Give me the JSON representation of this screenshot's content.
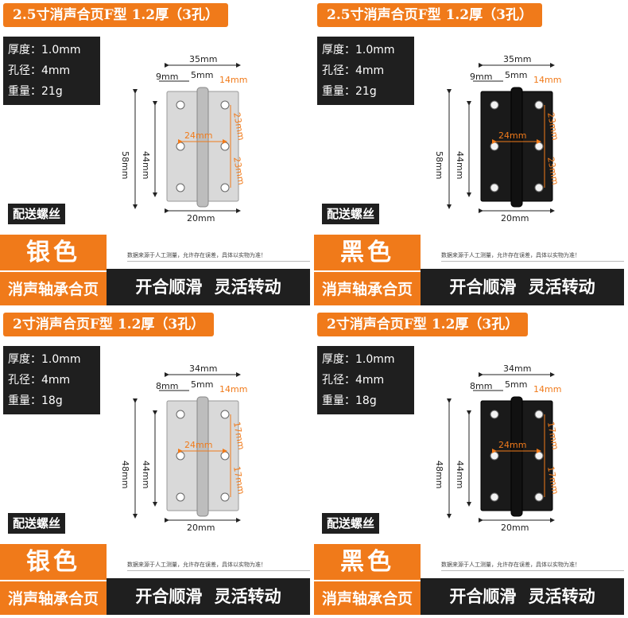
{
  "panels": [
    {
      "title": "2.5寸消声合页F型 1.2厚（3孔）",
      "specs": [
        "厚度：1.0mm",
        "孔径：4mm",
        "重量：21g"
      ],
      "screws": "配送螺丝",
      "color": "银色",
      "bottom_left": "消声轴承合页",
      "bottom_right": "开合顺滑 灵活转动",
      "disclaimer": "数据来源于人工测量，允许存在误差，具体以实物为准！",
      "dims": {
        "width": "35mm",
        "left": "9mm",
        "center": "5mm",
        "right": "14mm",
        "height": "58mm",
        "inner": "44mm",
        "hole_gap": "24mm",
        "hole_v1": "23mm",
        "hole_v2": "23mm",
        "bottom": "20mm"
      },
      "finish": "silver"
    },
    {
      "title": "2.5寸消声合页F型 1.2厚（3孔）",
      "specs": [
        "厚度：1.0mm",
        "孔径：4mm",
        "重量：21g"
      ],
      "screws": "配送螺丝",
      "color": "黑色",
      "bottom_left": "消声轴承合页",
      "bottom_right": "开合顺滑 灵活转动",
      "disclaimer": "数据来源于人工测量，允许存在误差，具体以实物为准！",
      "dims": {
        "width": "35mm",
        "left": "9mm",
        "center": "5mm",
        "right": "14mm",
        "height": "58mm",
        "inner": "44mm",
        "hole_gap": "24mm",
        "hole_v1": "23mm",
        "hole_v2": "23mm",
        "bottom": "20mm"
      },
      "finish": "black"
    },
    {
      "title": "2寸消声合页F型 1.2厚（3孔）",
      "specs": [
        "厚度：1.0mm",
        "孔径：4mm",
        "重量：18g"
      ],
      "screws": "配送螺丝",
      "color": "银色",
      "bottom_left": "消声轴承合页",
      "bottom_right": "开合顺滑 灵活转动",
      "disclaimer": "数据来源于人工测量，允许存在误差，具体以实物为准！",
      "dims": {
        "width": "34mm",
        "left": "8mm",
        "center": "5mm",
        "right": "14mm",
        "height": "48mm",
        "inner": "44mm",
        "hole_gap": "24mm",
        "hole_v1": "17mm",
        "hole_v2": "17mm",
        "bottom": "20mm"
      },
      "finish": "silver"
    },
    {
      "title": "2寸消声合页F型 1.2厚（3孔）",
      "specs": [
        "厚度：1.0mm",
        "孔径：4mm",
        "重量：18g"
      ],
      "screws": "配送螺丝",
      "color": "黑色",
      "bottom_left": "消声轴承合页",
      "bottom_right": "开合顺滑 灵活转动",
      "disclaimer": "数据来源于人工测量，允许存在误差，具体以实物为准！",
      "dims": {
        "width": "34mm",
        "left": "8mm",
        "center": "5mm",
        "right": "14mm",
        "height": "48mm",
        "inner": "44mm",
        "hole_gap": "24mm",
        "hole_v1": "17mm",
        "hole_v2": "17mm",
        "bottom": "20mm"
      },
      "finish": "black"
    }
  ],
  "colors": {
    "accent": "#f07a1a",
    "dark": "#1f1f1f",
    "silver": "#d9d9d9",
    "black": "#1a1a1a"
  }
}
